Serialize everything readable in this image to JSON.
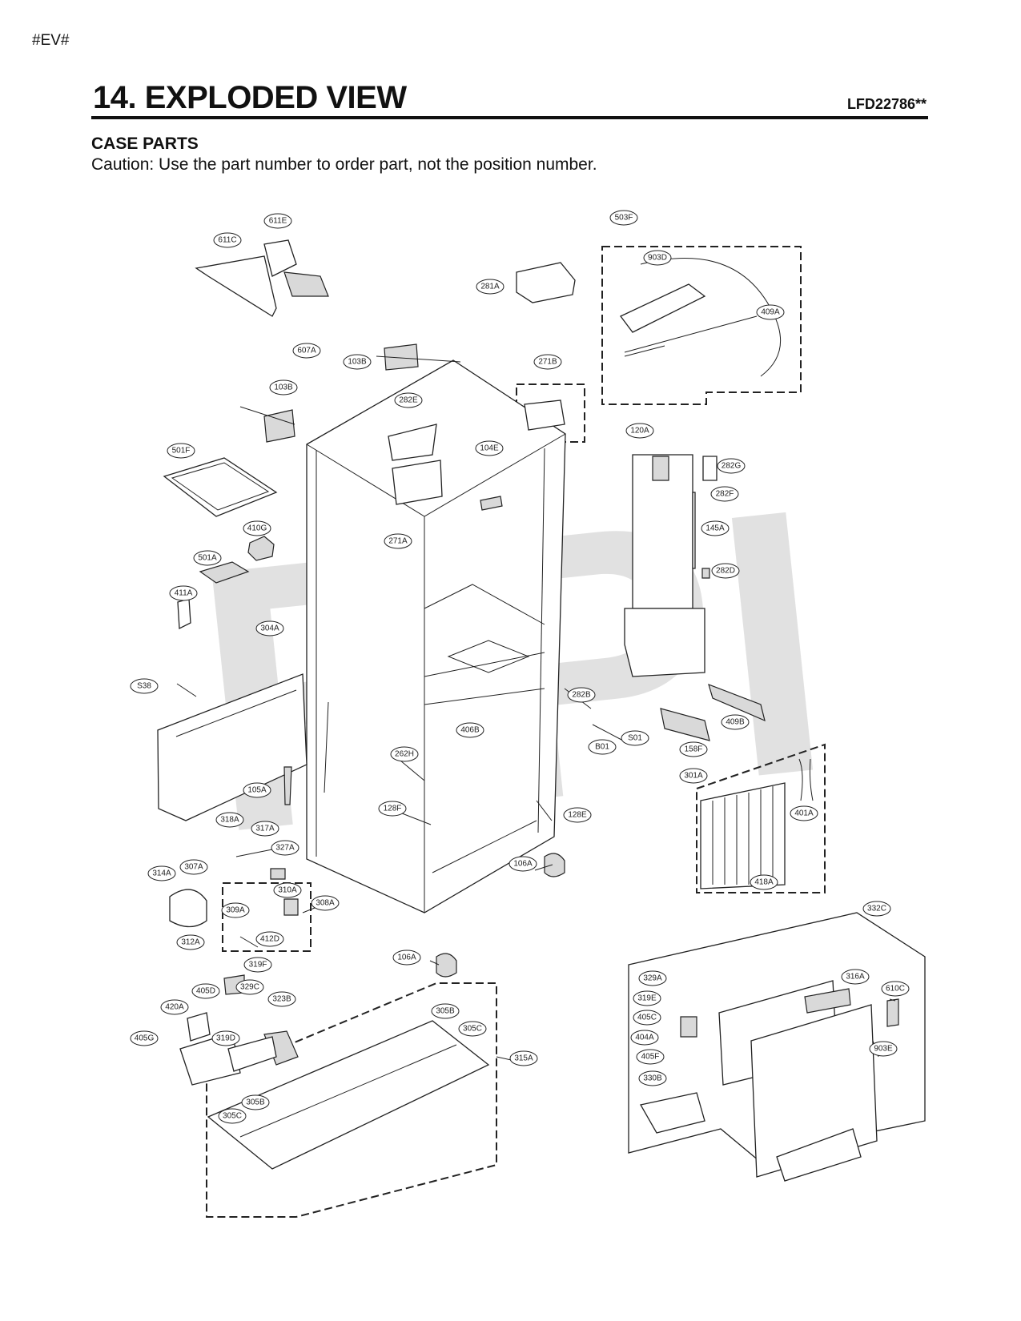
{
  "header": {
    "tag": "#EV#",
    "title": "14. EXPLODED VIEW",
    "model": "LFD22786**",
    "section": "CASE PARTS",
    "caution": "Caution: Use the part number to order part, not the position number."
  },
  "watermark": "RPI",
  "callouts": [
    "611E",
    "611C",
    "503F",
    "903D",
    "281A",
    "409A",
    "607A",
    "103B",
    "271B",
    "103B",
    "282E",
    "104E",
    "120A",
    "282G",
    "501F",
    "282F",
    "410G",
    "271A",
    "145A",
    "501A",
    "282D",
    "411A",
    "304A",
    "282B",
    "S38",
    "406B",
    "S01",
    "B01",
    "409B",
    "158F",
    "262H",
    "105A",
    "301A",
    "401A",
    "128F",
    "128E",
    "318A",
    "317A",
    "327A",
    "106A",
    "314A",
    "307A",
    "310A",
    "308A",
    "309A",
    "418A",
    "412D",
    "312A",
    "332C",
    "319F",
    "106A",
    "329A",
    "316A",
    "405D",
    "329C",
    "323B",
    "610C",
    "319E",
    "420A",
    "305B",
    "305C",
    "405C",
    "405G",
    "319D",
    "404A",
    "315A",
    "903E",
    "405F",
    "330B",
    "305B",
    "305C"
  ]
}
